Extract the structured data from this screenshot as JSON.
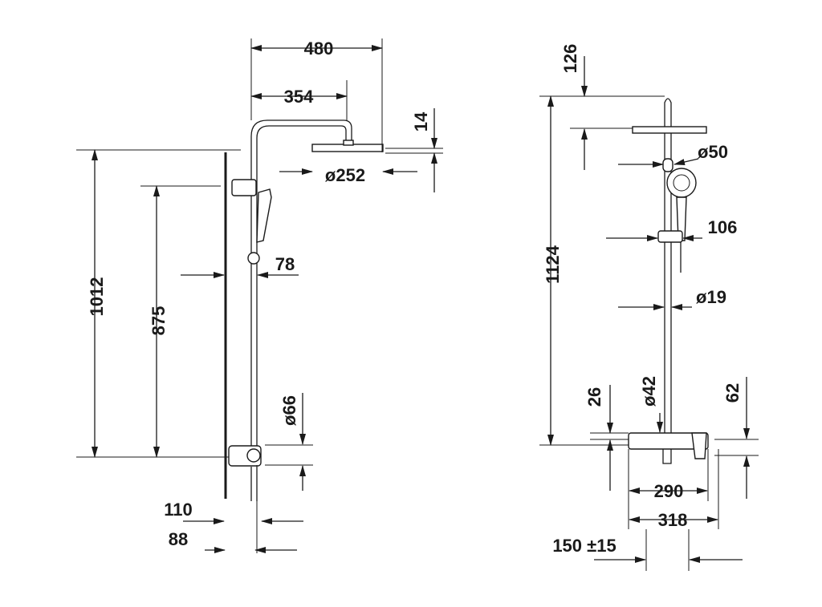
{
  "drawing": {
    "side_view": {
      "dimensions": {
        "total_projection": "480",
        "arm_projection": "354",
        "head_thickness": "14",
        "head_diameter": "ø252",
        "overall_height": "1012",
        "rail_height": "875",
        "rail_offset": "78",
        "mixer_diameter": "ø66",
        "wall_offset_1": "110",
        "wall_offset_2": "88"
      }
    },
    "front_view": {
      "dimensions": {
        "top_height": "126",
        "slider_diameter": "ø50",
        "hand_shower_width": "106",
        "riser_height": "1124",
        "pipe_diameter": "ø19",
        "mixer_top": "26",
        "connector_diameter": "ø42",
        "mixer_height": "62",
        "mixer_width": "290",
        "mixer_total_width": "318",
        "connection_spacing": "150 ±15"
      }
    },
    "line_color": "#1a1a1a"
  }
}
